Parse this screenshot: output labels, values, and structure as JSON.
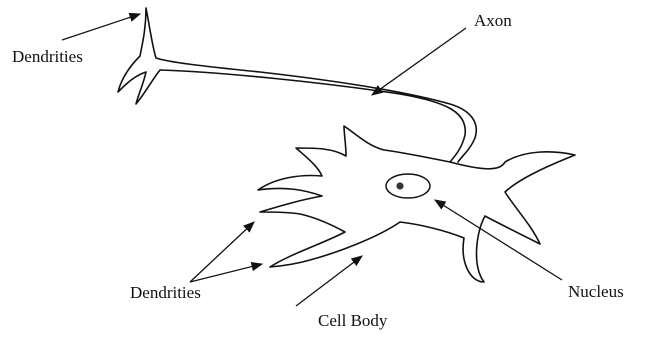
{
  "labels": {
    "dendrites_top": "Dendrities",
    "axon": "Axon",
    "dendrites_bottom": "Dendrities",
    "cell_body": "Cell Body",
    "nucleus": "Nucleus"
  }
}
